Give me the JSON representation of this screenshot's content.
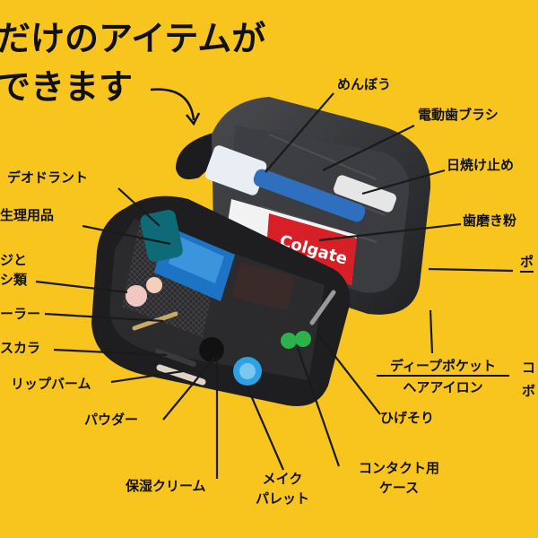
{
  "headline": {
    "line1": "だけのアイテムが",
    "line2": "できます"
  },
  "labels": {
    "menbou": "めんぼう",
    "toothbrush": "電動歯ブラシ",
    "sunscreen": "日焼け止め",
    "toothpaste": "歯磨き粉",
    "pocket_partial": "ポ",
    "deodorant": "デオドラント",
    "sanitary": "生理用品",
    "sponge_line1": "ジと",
    "sponge_line2": "シ類",
    "curler": "ーラー",
    "mascara": "スカラ",
    "lipbalm": "リップバーム",
    "powder": "パウダー",
    "moisture": "保湿クリーム",
    "palette_line1": "メイク",
    "palette_line2": "パレット",
    "contact_line1": "コンタクト用",
    "contact_line2": "ケース",
    "razor": "ひげそり",
    "deep_line1": "ディープポケット",
    "deep_line2": "ヘアアイロン",
    "right_partial1": "コ",
    "right_partial2": "ボ"
  },
  "colors": {
    "background": "#f7c51e",
    "text": "#111111",
    "pouch": "#2a2a2c"
  }
}
